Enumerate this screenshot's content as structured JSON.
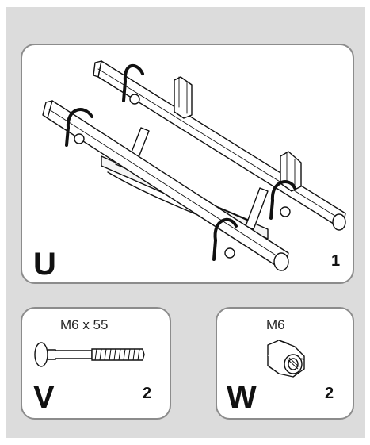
{
  "parts": {
    "main": {
      "letter": "U",
      "quantity": "1",
      "icon": "bike-carrier-frame-icon"
    },
    "bolt": {
      "letter": "V",
      "quantity": "2",
      "spec": "M6 x 55",
      "icon": "bolt-icon"
    },
    "nut": {
      "letter": "W",
      "quantity": "2",
      "spec": "M6",
      "icon": "nut-icon"
    }
  },
  "colors": {
    "panel": "#dcdcdc",
    "card_border": "#8c8c8c",
    "ink": "#111111"
  }
}
